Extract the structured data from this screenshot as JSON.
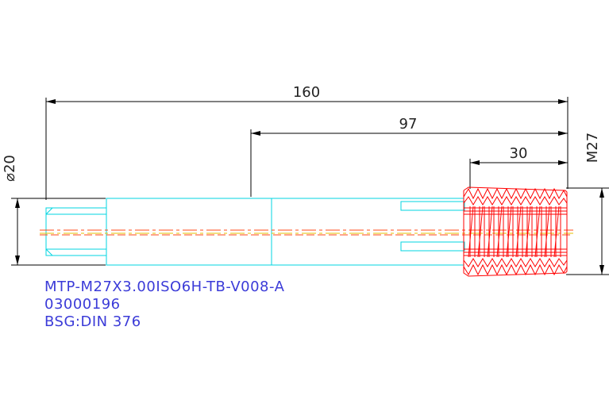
{
  "colors": {
    "background": "#ffffff",
    "dimension": "#000000",
    "shank": "#00d5e0",
    "thread": "#ff0000",
    "centerline_red": "#ff4a1a",
    "centerline_yellow": "#e6c000",
    "note_text": "#3b3bd8"
  },
  "dimensions": {
    "overall_length": "160",
    "neck_length": "97",
    "thread_length": "30",
    "shank_diameter": "⌀20",
    "thread_size": "M27"
  },
  "notes": {
    "line1": "MTP-M27X3.00ISO6H-TB-V008-A",
    "line2": "03000196",
    "line3": "BSG:DIN 376"
  }
}
